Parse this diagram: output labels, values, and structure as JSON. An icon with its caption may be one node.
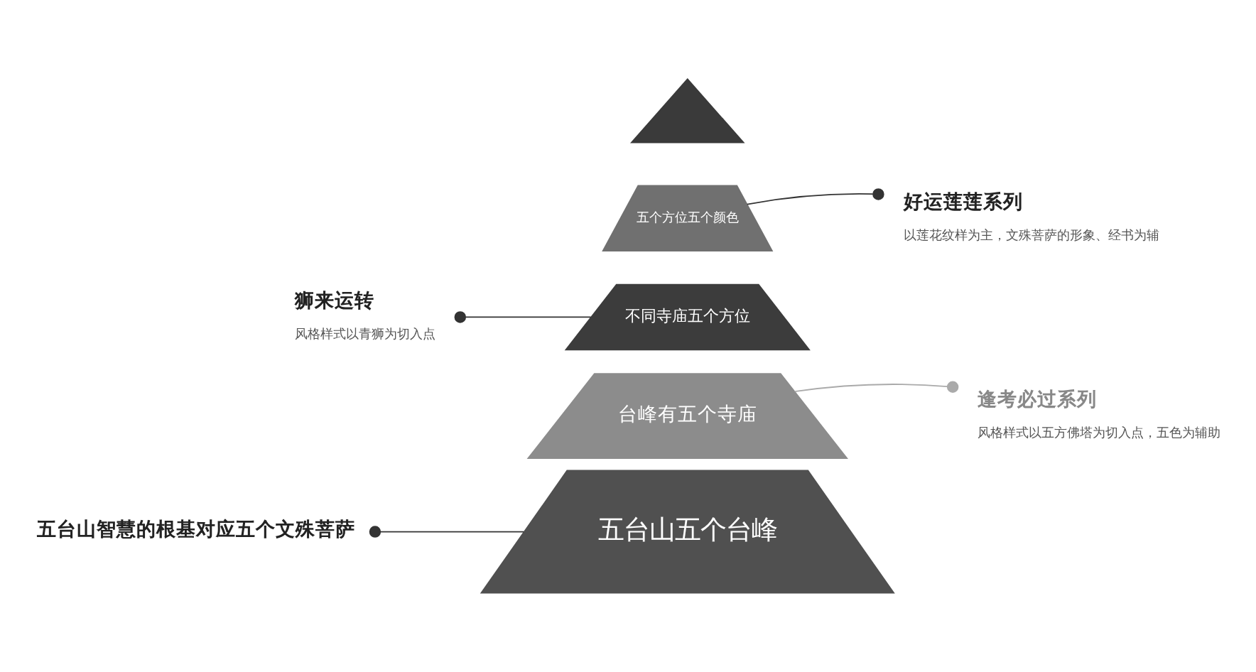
{
  "diagram": {
    "nodes": [
      {
        "text": [],
        "shape": "triangle"
      },
      {
        "text": [
          "五个方位五个颜色"
        ]
      },
      {
        "text": [
          "不同寺庙五个方位"
        ]
      },
      {
        "text": [
          "台峰有五个寺庙"
        ]
      },
      {
        "text": [
          "五台山五个台峰"
        ]
      },
      {
        "text": [
          "好运莲莲系列",
          "以莲花纹样为主，文殊菩萨的形象、经书为辅"
        ]
      },
      {
        "text": [
          "狮来运转",
          "风格样式以青狮为切入点"
        ]
      },
      {
        "text": [
          "逢考必过系列",
          "风格样式以五方佛塔为切入点，五色为辅助"
        ]
      },
      {
        "text": [
          "五台山智慧的根基对应五个文殊菩萨"
        ]
      }
    ],
    "edges": [
      {
        "from": 5,
        "to": 1,
        "arrow": "other"
      },
      {
        "from": 6,
        "to": 2,
        "arrow": "other"
      },
      {
        "from": 7,
        "to": 3,
        "arrow": "other",
        "color": "#aaaaaa"
      },
      {
        "from": 8,
        "to": 4,
        "arrow": "other"
      }
    ]
  }
}
